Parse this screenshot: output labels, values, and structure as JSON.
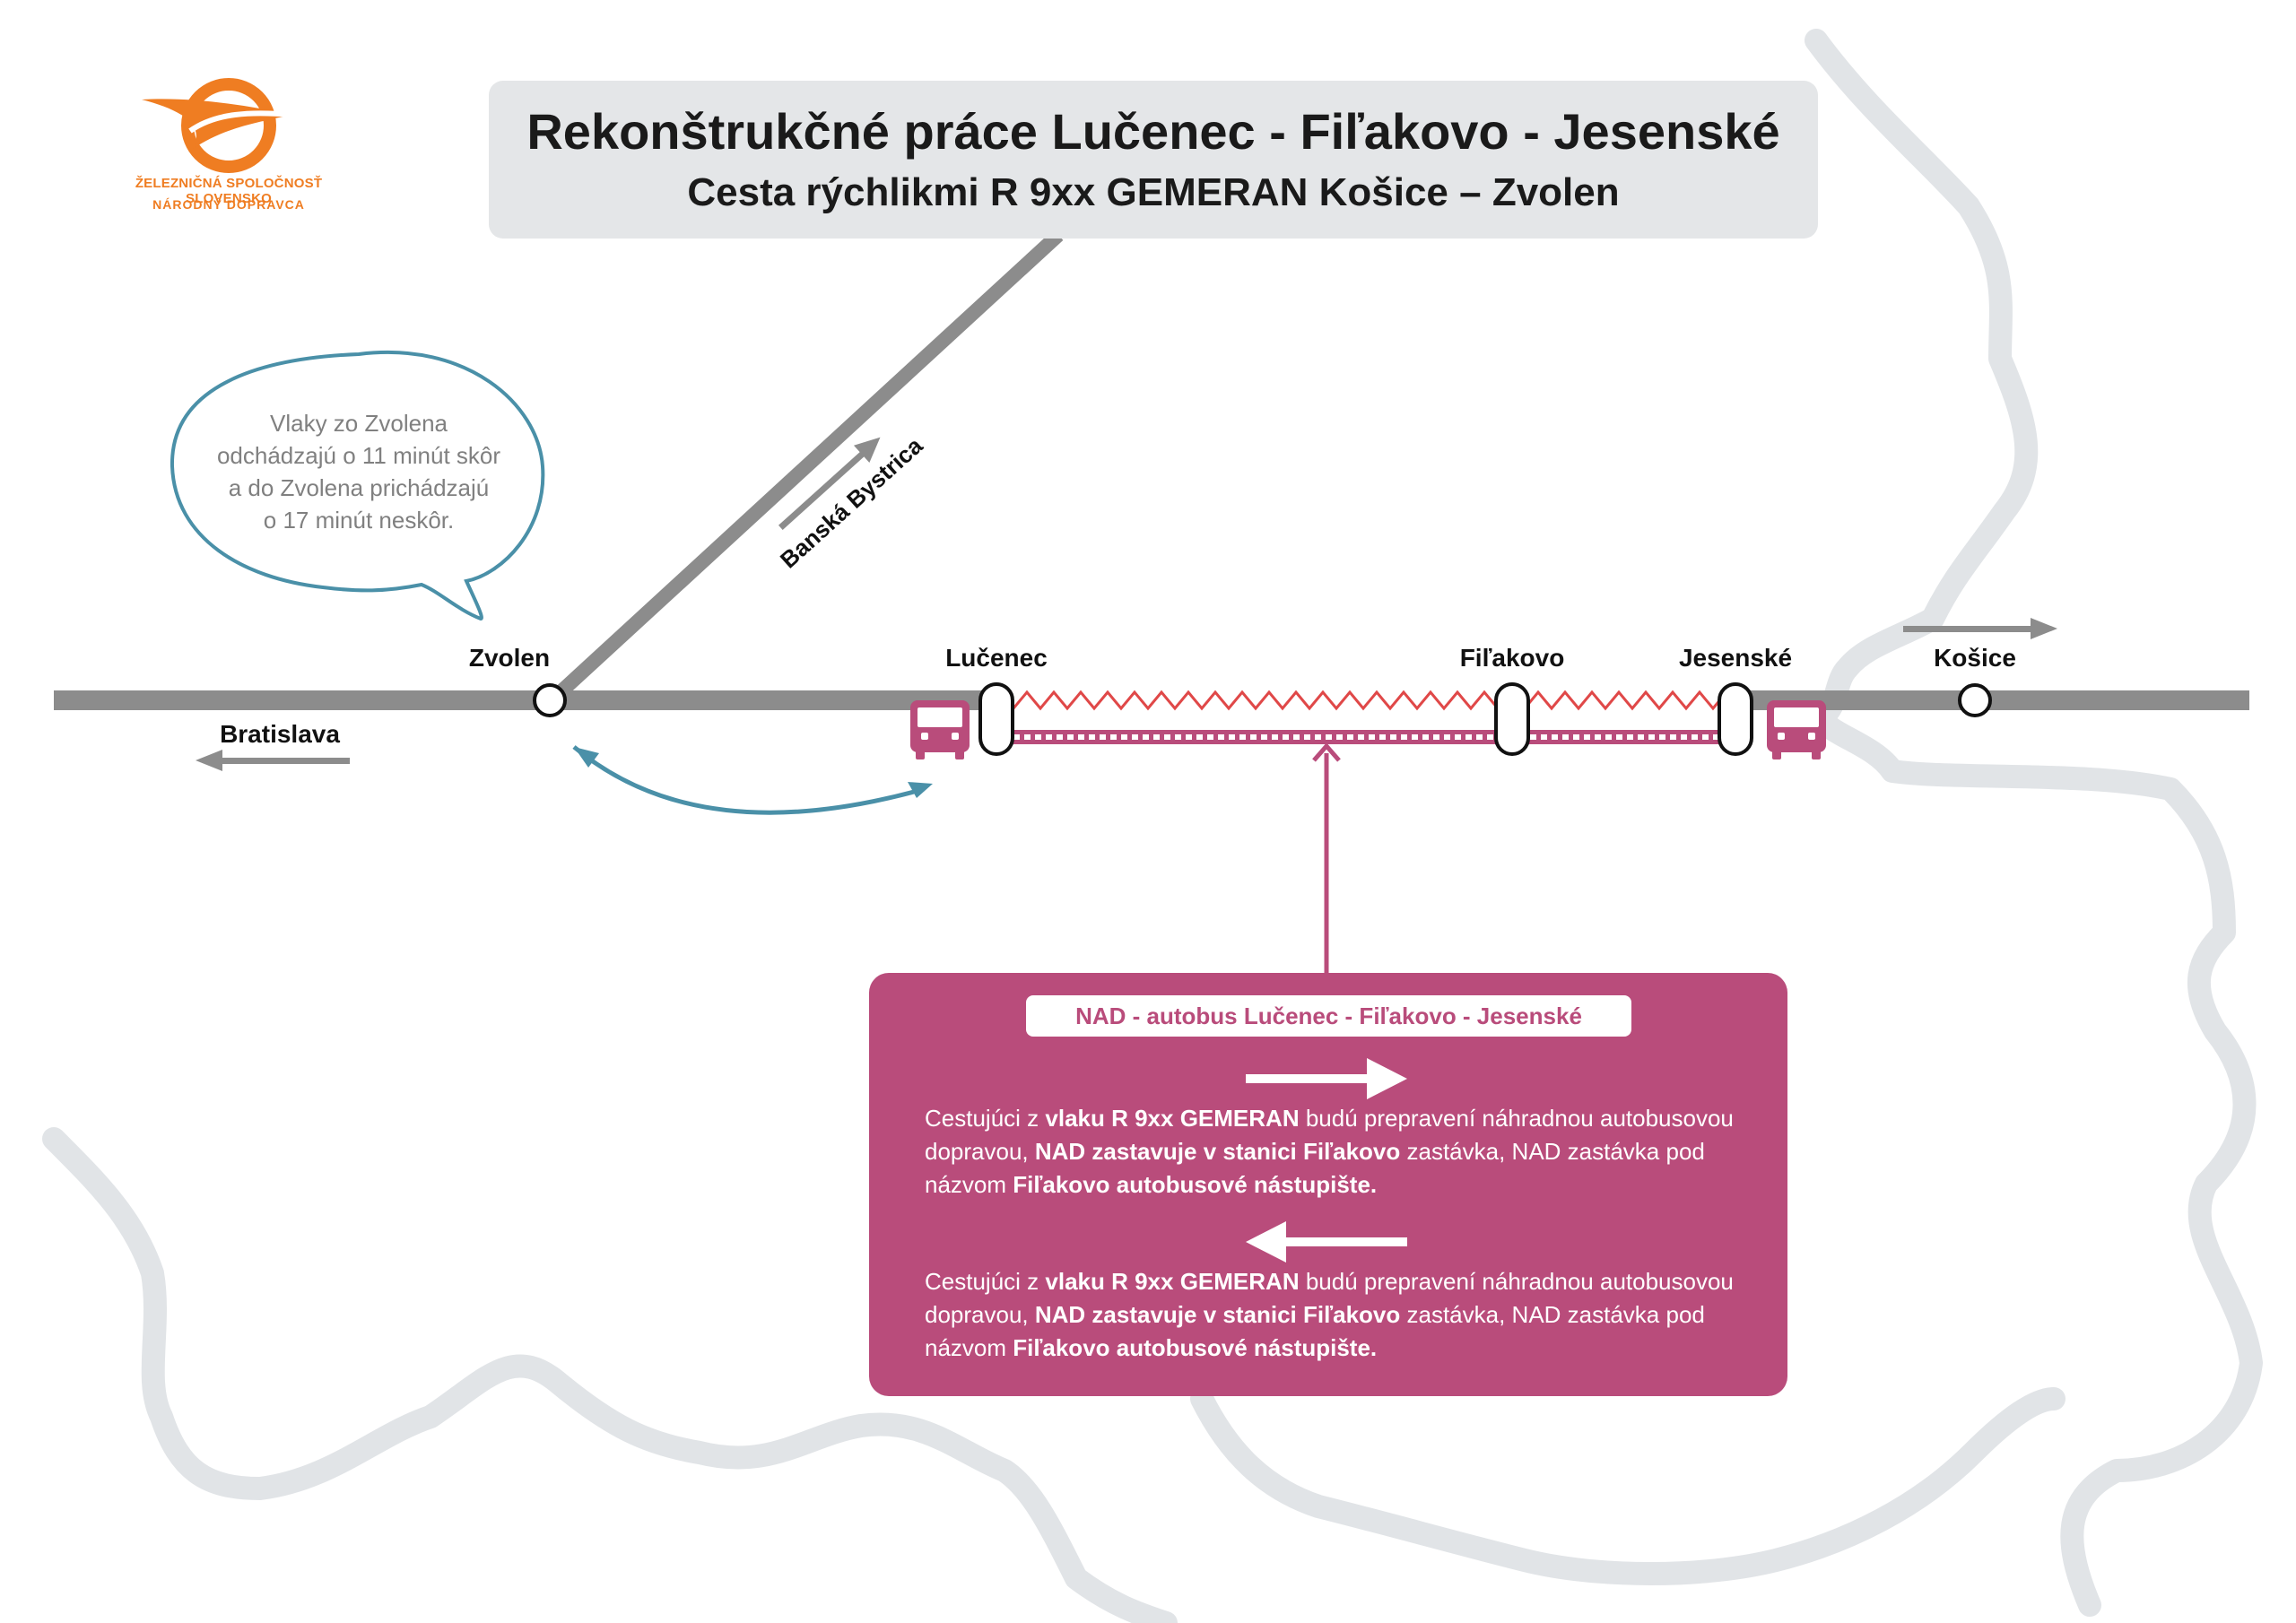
{
  "header": {
    "title": "Rekonštrukčné práce Lučenec - Fiľakovo - Jesenské",
    "subtitle": "Cesta rýchlikmi R 9xx GEMERAN Košice – Zvolen"
  },
  "logo": {
    "line1": "ŽELEZNIČNÁ SPOLOČNOSŤ SLOVENSKO",
    "line2": "NÁRODNÝ DOPRAVCA",
    "color": "#ef7d22"
  },
  "bubble": {
    "lines": [
      "Vlaky zo Zvolena",
      "odchádzajú o 11 minút skôr",
      "a do Zvolena prichádzajú",
      "o 17 minút neskôr."
    ],
    "color": "#4a90a8"
  },
  "stations": {
    "zvolen": "Zvolen",
    "lucenec": "Lučenec",
    "filakovo": "Fiľakovo",
    "jesenske": "Jesenské",
    "kosice": "Košice"
  },
  "directions": {
    "bratislava": "Bratislava",
    "banska_bystrica": "Banská Bystrica"
  },
  "nad": {
    "header": "NAD - autobus Lučenec - Fiľakovo - Jesenské",
    "paragraphs": [
      {
        "t1": "Cestujúci z ",
        "b1": "vlaku R 9xx GEMERAN",
        "t2": " budú prepravení náhradnou autobusovou dopravou, ",
        "b2": "NAD zastavuje v stanici Fiľakovo",
        "t3": " zastávka, NAD zastávka pod názvom ",
        "b3": "Fiľakovo autobusové nástupište."
      },
      {
        "t1": "Cestujúci z ",
        "b1": "vlaku R 9xx GEMERAN",
        "t2": " budú prepravení náhradnou autobusovou dopravou, ",
        "b2": "NAD zastavuje v stanici Fiľakovo",
        "t3": " zastávka, NAD zastávka pod názvom ",
        "b3": "Fiľakovo autobusové nástupište."
      }
    ]
  },
  "colors": {
    "track": "#8c8c8c",
    "nad": "#b94c7b",
    "map_outline": "#e1e4e7",
    "title_bg": "#e4e6e8",
    "closure_zigzag": "#e04848"
  },
  "icons": {
    "bus": "bus-icon",
    "logo": "zssk-logo-icon"
  }
}
